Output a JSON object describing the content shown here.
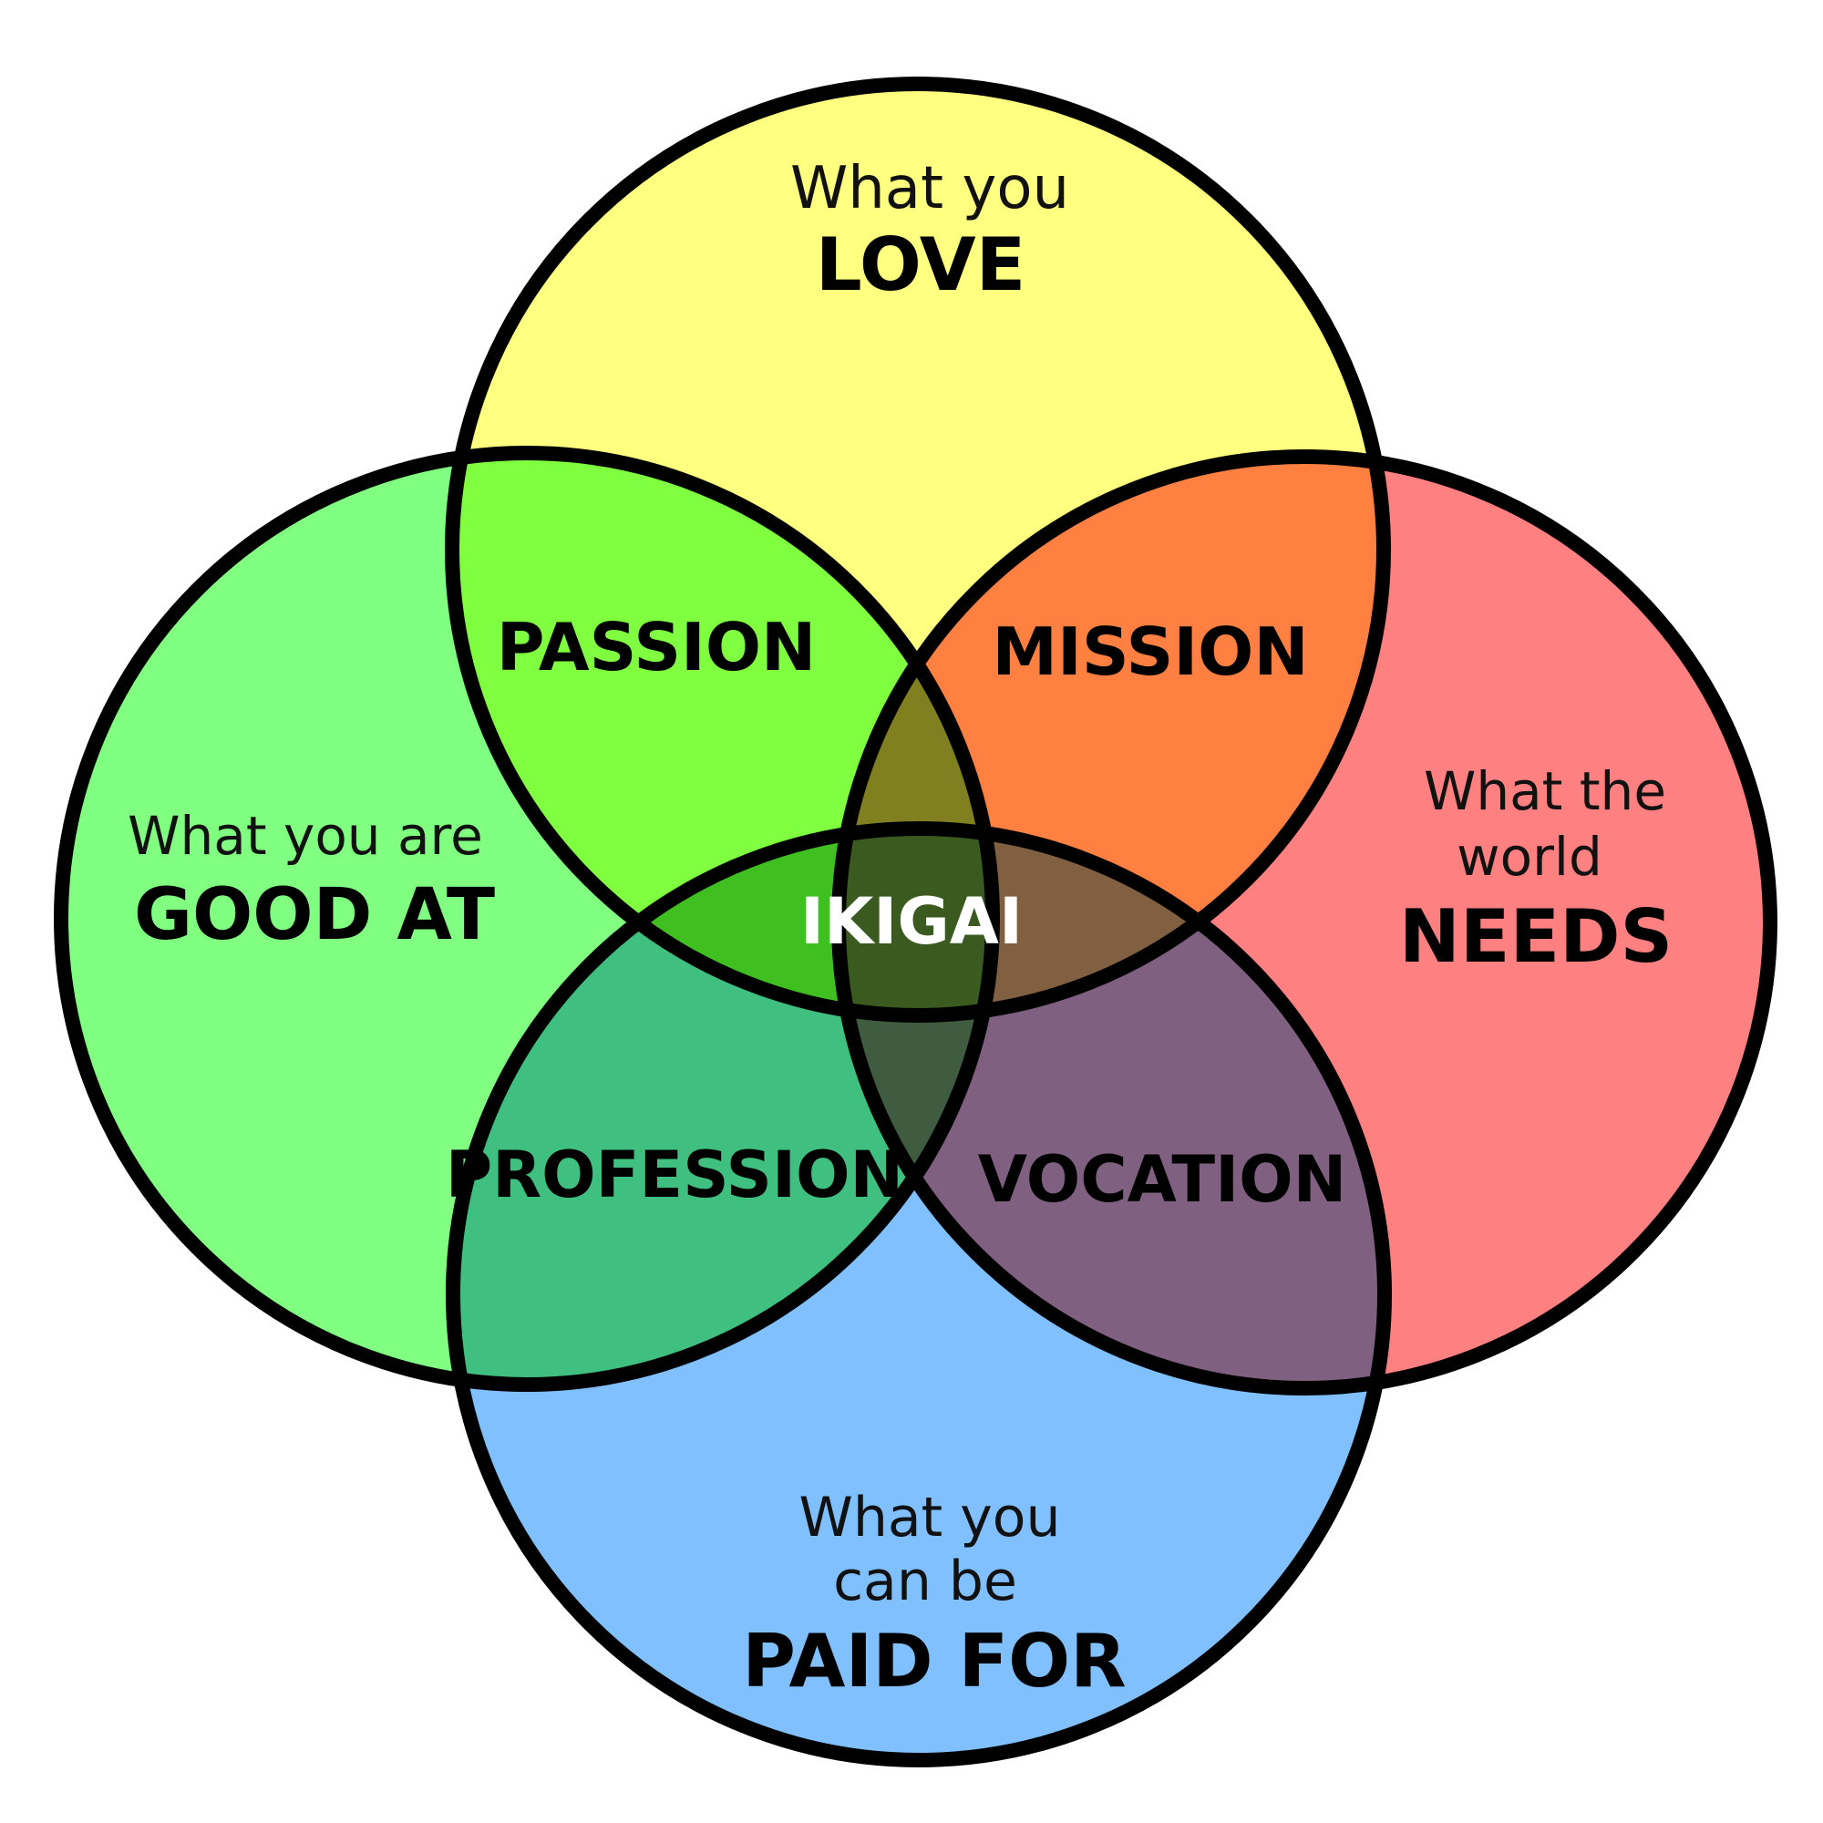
{
  "circles": {
    "love": {
      "caption": [
        "What you"
      ],
      "heading": "LOVE",
      "color": "#FFFF80"
    },
    "good_at": {
      "caption": [
        "What you are"
      ],
      "heading": "GOOD AT",
      "color": "#80FF80"
    },
    "world_needs": {
      "caption": [
        "What the",
        "world"
      ],
      "heading": "NEEDS",
      "color": "#FF8080"
    },
    "paid_for": {
      "caption": [
        "What you",
        "can be"
      ],
      "heading": "PAID FOR",
      "color": "#80C0FF"
    }
  },
  "overlaps": {
    "passion": {
      "label": "PASSION",
      "color": "#80FF40"
    },
    "mission": {
      "label": "MISSION",
      "color": "#FF8040"
    },
    "profession": {
      "label": "PROFESSION",
      "color": "#40C080"
    },
    "vocation": {
      "label": "VOCATION",
      "color": "#806080"
    },
    "love_needs_paid": {
      "color": "#808020"
    },
    "good_love_needs": {
      "color": "#40C020"
    },
    "love_needs_paid_right": {
      "color": "#806040"
    },
    "good_paid_needs": {
      "color": "#405C40"
    }
  },
  "center": {
    "label": "IKIGAI",
    "color": "#3A5A20"
  }
}
